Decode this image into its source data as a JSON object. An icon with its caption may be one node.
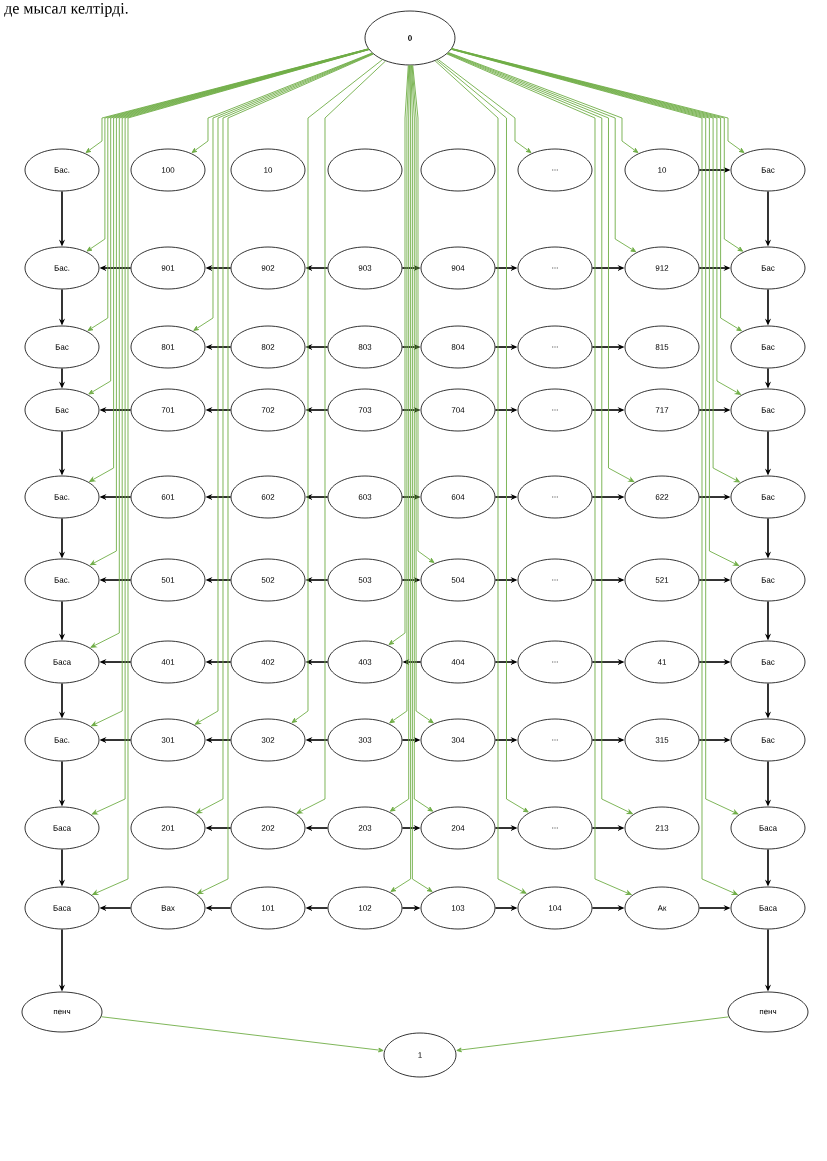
{
  "diagram": {
    "nodes": [
      {
        "text": [
          "0"
        ]
      },
      {
        "text": [
          "Бас."
        ]
      },
      {
        "text": [
          "100"
        ]
      },
      {
        "text": [
          "10"
        ]
      },
      {
        "text": [],
        "shape": "ellipse"
      },
      {
        "text": [],
        "shape": "ellipse"
      },
      {
        "text": [
          "..."
        ]
      },
      {
        "text": [
          "10"
        ]
      },
      {
        "text": [
          "Бас"
        ]
      },
      {
        "text": [
          "Бас."
        ]
      },
      {
        "text": [
          "901"
        ]
      },
      {
        "text": [
          "902"
        ]
      },
      {
        "text": [
          "903"
        ]
      },
      {
        "text": [
          "904"
        ]
      },
      {
        "text": [
          "..."
        ]
      },
      {
        "text": [
          "912"
        ]
      },
      {
        "text": [
          "Бас"
        ]
      },
      {
        "text": [
          "Бас"
        ]
      },
      {
        "text": [
          "801"
        ]
      },
      {
        "text": [
          "802"
        ]
      },
      {
        "text": [
          "803"
        ]
      },
      {
        "text": [
          "804"
        ]
      },
      {
        "text": [
          "..."
        ]
      },
      {
        "text": [
          "815"
        ]
      },
      {
        "text": [
          "Бас"
        ]
      },
      {
        "text": [
          "Бас"
        ]
      },
      {
        "text": [
          "701"
        ]
      },
      {
        "text": [
          "702"
        ]
      },
      {
        "text": [
          "703"
        ]
      },
      {
        "text": [
          "704"
        ]
      },
      {
        "text": [
          "..."
        ]
      },
      {
        "text": [
          "717"
        ]
      },
      {
        "text": [
          "Бас"
        ]
      },
      {
        "text": [
          "Бас."
        ]
      },
      {
        "text": [
          "601"
        ]
      },
      {
        "text": [
          "602"
        ]
      },
      {
        "text": [
          "603"
        ]
      },
      {
        "text": [
          "604"
        ]
      },
      {
        "text": [
          "..."
        ]
      },
      {
        "text": [
          "622"
        ]
      },
      {
        "text": [
          "Бас"
        ]
      },
      {
        "text": [
          "Бас."
        ]
      },
      {
        "text": [
          "501"
        ]
      },
      {
        "text": [
          "502"
        ]
      },
      {
        "text": [
          "503"
        ]
      },
      {
        "text": [
          "504"
        ]
      },
      {
        "text": [
          "..."
        ]
      },
      {
        "text": [
          "521"
        ]
      },
      {
        "text": [
          "Бас"
        ]
      },
      {
        "text": [
          "Баса"
        ]
      },
      {
        "text": [
          "401"
        ]
      },
      {
        "text": [
          "402"
        ]
      },
      {
        "text": [
          "403"
        ]
      },
      {
        "text": [
          "404"
        ]
      },
      {
        "text": [
          "..."
        ]
      },
      {
        "text": [
          "41"
        ]
      },
      {
        "text": [
          "Бас"
        ]
      },
      {
        "text": [
          "Бас."
        ]
      },
      {
        "text": [
          "301"
        ]
      },
      {
        "text": [
          "302"
        ]
      },
      {
        "text": [
          "303"
        ]
      },
      {
        "text": [
          "304"
        ]
      },
      {
        "text": [
          "..."
        ]
      },
      {
        "text": [
          "315"
        ]
      },
      {
        "text": [
          "Бас"
        ]
      },
      {
        "text": [
          "Баса"
        ]
      },
      {
        "text": [
          "201"
        ]
      },
      {
        "text": [
          "202"
        ]
      },
      {
        "text": [
          "203"
        ]
      },
      {
        "text": [
          "204"
        ]
      },
      {
        "text": [
          "..."
        ]
      },
      {
        "text": [
          "213"
        ]
      },
      {
        "text": [
          "Баса"
        ]
      },
      {
        "text": [
          "Баса"
        ]
      },
      {
        "text": [
          "Вах"
        ]
      },
      {
        "text": [
          "101"
        ]
      },
      {
        "text": [
          "102"
        ]
      },
      {
        "text": [
          "103"
        ]
      },
      {
        "text": [
          "104"
        ]
      },
      {
        "text": [
          "Ак"
        ]
      },
      {
        "text": [
          "Баса"
        ]
      },
      {
        "text": [
          "пенч"
        ]
      },
      {
        "text": [
          "пенч"
        ]
      },
      {
        "text": [
          "1"
        ]
      }
    ],
    "edges": [
      {
        "from": 1,
        "to": 9,
        "arrow": "to"
      },
      {
        "from": 9,
        "to": 17,
        "arrow": "to"
      },
      {
        "from": 17,
        "to": 25,
        "arrow": "to"
      },
      {
        "from": 25,
        "to": 33,
        "arrow": "to"
      },
      {
        "from": 33,
        "to": 41,
        "arrow": "to"
      },
      {
        "from": 41,
        "to": 49,
        "arrow": "to"
      },
      {
        "from": 49,
        "to": 57,
        "arrow": "to"
      },
      {
        "from": 57,
        "to": 65,
        "arrow": "to"
      },
      {
        "from": 65,
        "to": 73,
        "arrow": "to"
      },
      {
        "from": 73,
        "to": 81,
        "arrow": "to"
      },
      {
        "from": 8,
        "to": 16,
        "arrow": "to"
      },
      {
        "from": 16,
        "to": 24,
        "arrow": "to"
      },
      {
        "from": 24,
        "to": 32,
        "arrow": "to"
      },
      {
        "from": 32,
        "to": 40,
        "arrow": "to"
      },
      {
        "from": 40,
        "to": 48,
        "arrow": "to"
      },
      {
        "from": 48,
        "to": 56,
        "arrow": "to"
      },
      {
        "from": 56,
        "to": 64,
        "arrow": "to"
      },
      {
        "from": 64,
        "to": 72,
        "arrow": "to"
      },
      {
        "from": 72,
        "to": 80,
        "arrow": "to"
      },
      {
        "from": 80,
        "to": 82,
        "arrow": "to"
      },
      {
        "from": 7,
        "to": 8,
        "arrow": "to"
      },
      {
        "from": 11,
        "to": 10,
        "arrow": "to"
      },
      {
        "from": 10,
        "to": 9,
        "arrow": "to"
      },
      {
        "from": 12,
        "to": 11,
        "arrow": "to"
      },
      {
        "from": 12,
        "to": 13,
        "arrow": "to"
      },
      {
        "from": 13,
        "to": 14,
        "arrow": "to"
      },
      {
        "from": 14,
        "to": 15,
        "arrow": "to"
      },
      {
        "from": 15,
        "to": 16,
        "arrow": "to"
      },
      {
        "from": 19,
        "to": 18,
        "arrow": "to"
      },
      {
        "from": 20,
        "to": 19,
        "arrow": "to"
      },
      {
        "from": 20,
        "to": 21,
        "arrow": "to"
      },
      {
        "from": 21,
        "to": 22,
        "arrow": "to"
      },
      {
        "from": 22,
        "to": 23,
        "arrow": "to"
      },
      {
        "from": 26,
        "to": 25,
        "arrow": "to"
      },
      {
        "from": 27,
        "to": 26,
        "arrow": "to"
      },
      {
        "from": 28,
        "to": 27,
        "arrow": "to"
      },
      {
        "from": 28,
        "to": 29,
        "arrow": "to"
      },
      {
        "from": 29,
        "to": 30,
        "arrow": "to"
      },
      {
        "from": 30,
        "to": 31,
        "arrow": "to"
      },
      {
        "from": 31,
        "to": 32,
        "arrow": "to"
      },
      {
        "from": 34,
        "to": 33,
        "arrow": "to"
      },
      {
        "from": 35,
        "to": 34,
        "arrow": "to"
      },
      {
        "from": 36,
        "to": 35,
        "arrow": "to"
      },
      {
        "from": 36,
        "to": 37,
        "arrow": "to"
      },
      {
        "from": 37,
        "to": 38,
        "arrow": "to"
      },
      {
        "from": 38,
        "to": 39,
        "arrow": "to"
      },
      {
        "from": 39,
        "to": 40,
        "arrow": "to"
      },
      {
        "from": 42,
        "to": 41,
        "arrow": "to"
      },
      {
        "from": 43,
        "to": 42,
        "arrow": "to"
      },
      {
        "from": 44,
        "to": 43,
        "arrow": "to"
      },
      {
        "from": 44,
        "to": 45,
        "arrow": "to"
      },
      {
        "from": 45,
        "to": 46,
        "arrow": "to"
      },
      {
        "from": 46,
        "to": 47,
        "arrow": "to"
      },
      {
        "from": 47,
        "to": 48,
        "arrow": "to"
      },
      {
        "from": 50,
        "to": 49,
        "arrow": "to"
      },
      {
        "from": 51,
        "to": 50,
        "arrow": "to"
      },
      {
        "from": 52,
        "to": 51,
        "arrow": "to"
      },
      {
        "from": 53,
        "to": 52,
        "arrow": "to"
      },
      {
        "from": 53,
        "to": 54,
        "arrow": "to"
      },
      {
        "from": 54,
        "to": 55,
        "arrow": "to"
      },
      {
        "from": 55,
        "to": 56,
        "arrow": "to"
      },
      {
        "from": 58,
        "to": 57,
        "arrow": "to"
      },
      {
        "from": 59,
        "to": 58,
        "arrow": "to"
      },
      {
        "from": 60,
        "to": 59,
        "arrow": "to"
      },
      {
        "from": 60,
        "to": 61,
        "arrow": "to"
      },
      {
        "from": 61,
        "to": 62,
        "arrow": "to"
      },
      {
        "from": 62,
        "to": 63,
        "arrow": "to"
      },
      {
        "from": 63,
        "to": 64,
        "arrow": "to"
      },
      {
        "from": 67,
        "to": 66,
        "arrow": "to"
      },
      {
        "from": 68,
        "to": 67,
        "arrow": "to"
      },
      {
        "from": 68,
        "to": 69,
        "arrow": "to"
      },
      {
        "from": 69,
        "to": 70,
        "arrow": "to"
      },
      {
        "from": 70,
        "to": 71,
        "arrow": "to"
      },
      {
        "from": 74,
        "to": 73,
        "arrow": "to"
      },
      {
        "from": 75,
        "to": 74,
        "arrow": "to"
      },
      {
        "from": 76,
        "to": 75,
        "arrow": "to"
      },
      {
        "from": 76,
        "to": 77,
        "arrow": "to"
      },
      {
        "from": 77,
        "to": 78,
        "arrow": "to"
      },
      {
        "from": 78,
        "to": 79,
        "arrow": "to"
      },
      {
        "from": 79,
        "to": 80,
        "arrow": "to"
      },
      {
        "from": 0,
        "to": 1,
        "arrow": "to",
        "color": "#70ad47"
      },
      {
        "from": 0,
        "to": 2,
        "arrow": "to",
        "color": "#70ad47"
      },
      {
        "from": 0,
        "to": 6,
        "arrow": "to",
        "color": "#70ad47"
      },
      {
        "from": 0,
        "to": 7,
        "arrow": "to",
        "color": "#70ad47"
      },
      {
        "from": 0,
        "to": 8,
        "arrow": "to",
        "color": "#70ad47"
      },
      {
        "from": 0,
        "to": 9,
        "arrow": "to",
        "color": "#70ad47"
      },
      {
        "from": 0,
        "to": 15,
        "arrow": "to",
        "color": "#70ad47"
      },
      {
        "from": 0,
        "to": 16,
        "arrow": "to",
        "color": "#70ad47"
      },
      {
        "from": 0,
        "to": 17,
        "arrow": "to",
        "color": "#70ad47"
      },
      {
        "from": 0,
        "to": 18,
        "arrow": "to",
        "color": "#70ad47"
      },
      {
        "from": 0,
        "to": 24,
        "arrow": "to",
        "color": "#70ad47"
      },
      {
        "from": 0,
        "to": 25,
        "arrow": "to",
        "color": "#70ad47"
      },
      {
        "from": 0,
        "to": 32,
        "arrow": "to",
        "color": "#70ad47"
      },
      {
        "from": 0,
        "to": 33,
        "arrow": "to",
        "color": "#70ad47"
      },
      {
        "from": 0,
        "to": 39,
        "arrow": "to",
        "color": "#70ad47"
      },
      {
        "from": 0,
        "to": 40,
        "arrow": "to",
        "color": "#70ad47"
      },
      {
        "from": 0,
        "to": 41,
        "arrow": "to",
        "color": "#70ad47"
      },
      {
        "from": 0,
        "to": 45,
        "arrow": "to",
        "color": "#70ad47"
      },
      {
        "from": 0,
        "to": 48,
        "arrow": "to",
        "color": "#70ad47"
      },
      {
        "from": 0,
        "to": 49,
        "arrow": "to",
        "color": "#70ad47"
      },
      {
        "from": 0,
        "to": 52,
        "arrow": "to",
        "color": "#70ad47"
      },
      {
        "from": 0,
        "to": 57,
        "arrow": "to",
        "color": "#70ad47"
      },
      {
        "from": 0,
        "to": 58,
        "arrow": "to",
        "color": "#70ad47"
      },
      {
        "from": 0,
        "to": 59,
        "arrow": "to",
        "color": "#70ad47"
      },
      {
        "from": 0,
        "to": 60,
        "arrow": "to",
        "color": "#70ad47"
      },
      {
        "from": 0,
        "to": 61,
        "arrow": "to",
        "color": "#70ad47"
      },
      {
        "from": 0,
        "to": 65,
        "arrow": "to",
        "color": "#70ad47"
      },
      {
        "from": 0,
        "to": 66,
        "arrow": "to",
        "color": "#70ad47"
      },
      {
        "from": 0,
        "to": 67,
        "arrow": "to",
        "color": "#70ad47"
      },
      {
        "from": 0,
        "to": 68,
        "arrow": "to",
        "color": "#70ad47"
      },
      {
        "from": 0,
        "to": 69,
        "arrow": "to",
        "color": "#70ad47"
      },
      {
        "from": 0,
        "to": 70,
        "arrow": "to",
        "color": "#70ad47"
      },
      {
        "from": 0,
        "to": 71,
        "arrow": "to",
        "color": "#70ad47"
      },
      {
        "from": 0,
        "to": 72,
        "arrow": "to",
        "color": "#70ad47"
      },
      {
        "from": 0,
        "to": 73,
        "arrow": "to",
        "color": "#70ad47"
      },
      {
        "from": 0,
        "to": 74,
        "arrow": "to",
        "color": "#70ad47"
      },
      {
        "from": 0,
        "to": 76,
        "arrow": "to",
        "color": "#70ad47"
      },
      {
        "from": 0,
        "to": 77,
        "arrow": "to",
        "color": "#70ad47"
      },
      {
        "from": 0,
        "to": 78,
        "arrow": "to",
        "color": "#70ad47"
      },
      {
        "from": 0,
        "to": 79,
        "arrow": "to",
        "color": "#70ad47"
      },
      {
        "from": 0,
        "to": 80,
        "arrow": "to",
        "color": "#70ad47"
      },
      {
        "from": 81,
        "to": 83,
        "arrow": "to",
        "color": "#70ad47"
      },
      {
        "from": 82,
        "to": 83,
        "arrow": "to",
        "color": "#70ad47"
      }
    ],
    "labels": [
      "де мысал келтірді."
    ]
  }
}
